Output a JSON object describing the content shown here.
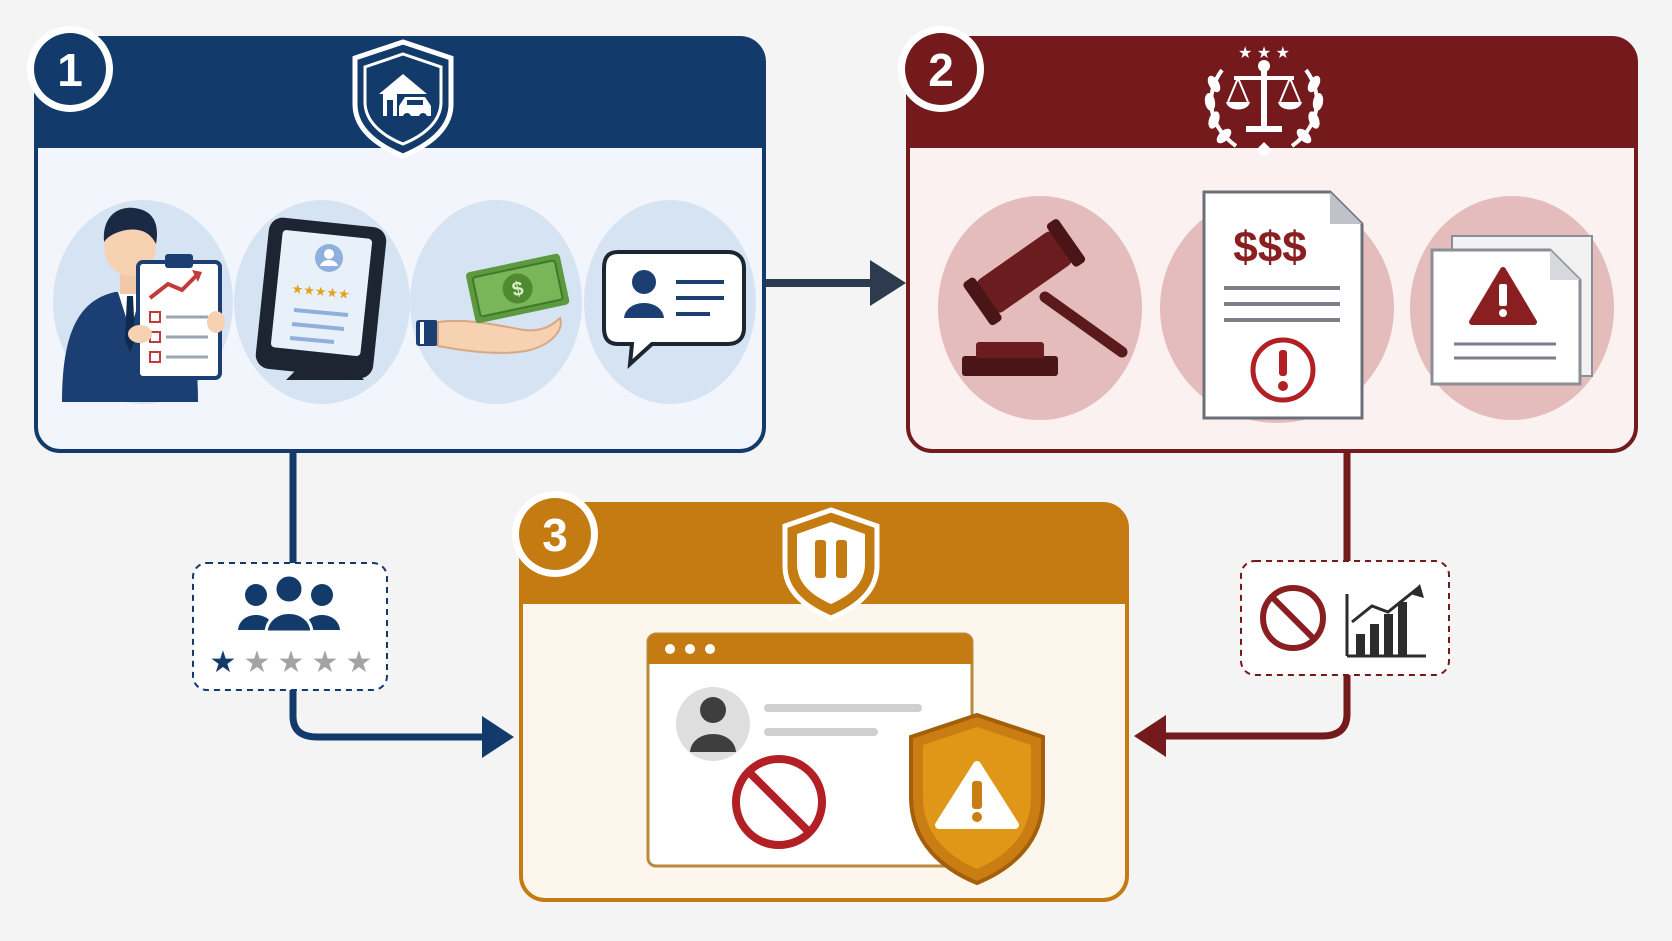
{
  "panels": [
    {
      "id": "panel-1",
      "step": "1",
      "color": "#123a6b",
      "light": "#f2f6fc",
      "header_icon": "shield-house-car-icon"
    },
    {
      "id": "panel-2",
      "step": "2",
      "color": "#74191c",
      "light": "#fbf1f1",
      "header_icon": "scales-of-justice-laurel-icon"
    },
    {
      "id": "panel-3",
      "step": "3",
      "color": "#c47b12",
      "light": "#fdf6ec",
      "header_icon": "shield-pause-icon"
    }
  ],
  "panel1_icons": [
    "consultant-checklist-icon",
    "review-kiosk-icon",
    "cash-in-hand-icon",
    "profile-chat-bubble-icon"
  ],
  "panel2_icons": [
    "gavel-icon",
    "bill-document-icon",
    "warning-documents-icon"
  ],
  "bill_text": "$$$",
  "left_badge": {
    "icons": [
      "group-icon",
      "star-rating-icon"
    ],
    "rating": 1,
    "max": 5
  },
  "right_badge": {
    "icons": [
      "prohibited-icon",
      "growth-chart-icon"
    ]
  },
  "panel3_icons": [
    "browser-window-icon",
    "user-avatar-icon",
    "prohibited-icon",
    "warning-shield-icon"
  ],
  "colors": {
    "navy": "#123a6b",
    "maroon": "#74191c",
    "gold": "#c47b12",
    "arrow_dark": "#2e3a4d"
  }
}
